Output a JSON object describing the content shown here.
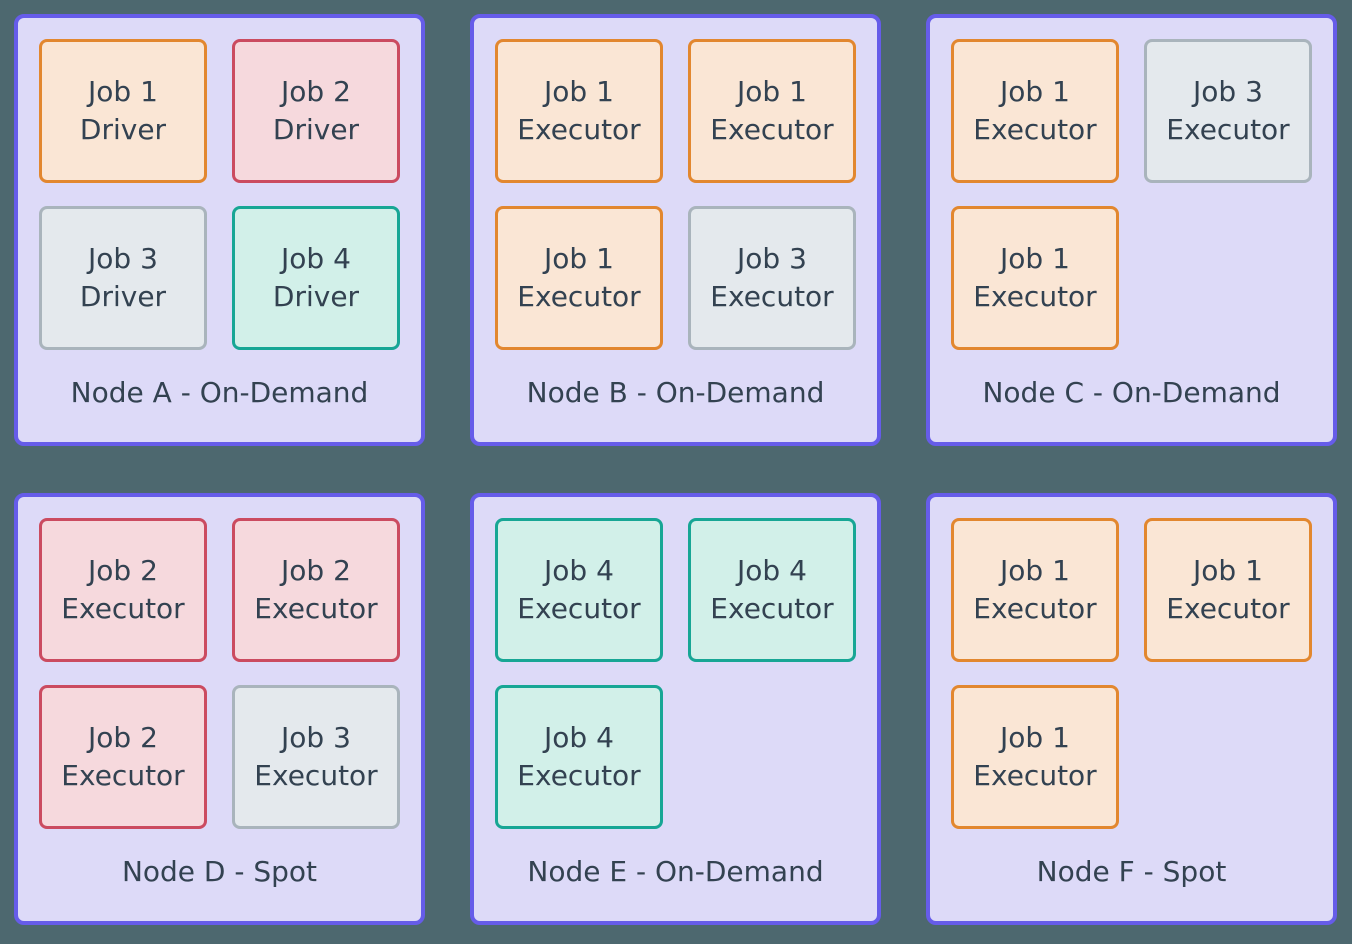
{
  "canvas": {
    "background": "#4d686f"
  },
  "palette": {
    "node_border": "#665ce9",
    "node_fill": "#dddaf8",
    "text": "#334251",
    "job1": {
      "border": "#e2872f",
      "fill": "#fae6d5"
    },
    "job2": {
      "border": "#cb4b60",
      "fill": "#f6d9dd"
    },
    "job3": {
      "border": "#a9b4bc",
      "fill": "#e4e9ed"
    },
    "job4": {
      "border": "#17a695",
      "fill": "#d2f0e9"
    }
  },
  "nodes": [
    {
      "caption": "Node A - On-Demand",
      "jobs": [
        {
          "title": "Job 1",
          "role": "Driver",
          "kind": "job1"
        },
        {
          "title": "Job 2",
          "role": "Driver",
          "kind": "job2"
        },
        {
          "title": "Job 3",
          "role": "Driver",
          "kind": "job3"
        },
        {
          "title": "Job 4",
          "role": "Driver",
          "kind": "job4"
        }
      ]
    },
    {
      "caption": "Node B - On-Demand",
      "jobs": [
        {
          "title": "Job 1",
          "role": "Executor",
          "kind": "job1"
        },
        {
          "title": "Job 1",
          "role": "Executor",
          "kind": "job1"
        },
        {
          "title": "Job 1",
          "role": "Executor",
          "kind": "job1"
        },
        {
          "title": "Job 3",
          "role": "Executor",
          "kind": "job3"
        }
      ]
    },
    {
      "caption": "Node C - On-Demand",
      "jobs": [
        {
          "title": "Job 1",
          "role": "Executor",
          "kind": "job1"
        },
        {
          "title": "Job 3",
          "role": "Executor",
          "kind": "job3"
        },
        {
          "title": "Job 1",
          "role": "Executor",
          "kind": "job1"
        }
      ]
    },
    {
      "caption": "Node D - Spot",
      "jobs": [
        {
          "title": "Job 2",
          "role": "Executor",
          "kind": "job2"
        },
        {
          "title": "Job 2",
          "role": "Executor",
          "kind": "job2"
        },
        {
          "title": "Job 2",
          "role": "Executor",
          "kind": "job2"
        },
        {
          "title": "Job 3",
          "role": "Executor",
          "kind": "job3"
        }
      ]
    },
    {
      "caption": "Node E - On-Demand",
      "jobs": [
        {
          "title": "Job 4",
          "role": "Executor",
          "kind": "job4"
        },
        {
          "title": "Job 4",
          "role": "Executor",
          "kind": "job4"
        },
        {
          "title": "Job 4",
          "role": "Executor",
          "kind": "job4"
        }
      ]
    },
    {
      "caption": "Node F - Spot",
      "jobs": [
        {
          "title": "Job 1",
          "role": "Executor",
          "kind": "job1"
        },
        {
          "title": "Job 1",
          "role": "Executor",
          "kind": "job1"
        },
        {
          "title": "Job 1",
          "role": "Executor",
          "kind": "job1"
        }
      ]
    }
  ]
}
